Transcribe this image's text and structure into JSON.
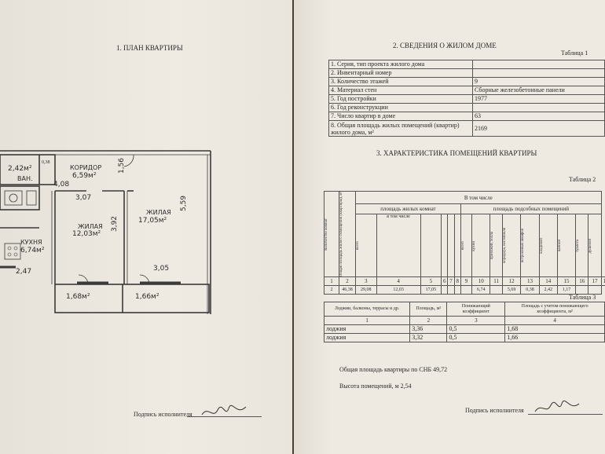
{
  "left_page": {
    "title": "1. ПЛАН КВАРТИРЫ",
    "plan": {
      "bath": "2,42м²",
      "bath_small": "0,38",
      "wc": "ВАН.",
      "corridor": "КОРИДОР",
      "corridor_area": "6,59м²",
      "dim_156": "1,56",
      "dim_408": "4,08",
      "dim_307": "3,07",
      "room1": "ЖИЛАЯ",
      "room1_area": "12,03м²",
      "dim_392": "3,92",
      "room2": "ЖИЛАЯ",
      "room2_area": "17,05м²",
      "dim_559": "5,59",
      "kitchen": "КУХНЯ",
      "kitchen_area": "6,74м²",
      "dim_247": "2,47",
      "dim_305": "3,05",
      "balcony1": "1,68м²",
      "balcony2": "1,66м²"
    },
    "signature_label": "Подпись исполнителя"
  },
  "right_page": {
    "section2_title": "2. СВЕДЕНИЯ О ЖИЛОМ ДОМЕ",
    "table1_label": "Таблица 1",
    "table1": [
      [
        "1. Серия, тип проекта жилого дома",
        ""
      ],
      [
        "2. Инвентарный номер",
        ""
      ],
      [
        "3. Количество этажей",
        "9"
      ],
      [
        "4. Материал стен",
        "Сборные железобетонные панели"
      ],
      [
        "5. Год постройки",
        "1977"
      ],
      [
        "6. Год реконструкции",
        ""
      ],
      [
        "7. Число квартир в доме",
        "63"
      ],
      [
        "8. Общая площадь жилых помещений (квартир) жилого дома, м²",
        "2169"
      ]
    ],
    "section3_title": "3. ХАРАКТЕРИСТИКА ПОМЕЩЕНИЙ КВАРТИРЫ",
    "table2_label": "Таблица 2",
    "table2_head": {
      "rooms_count": "Количество комнат",
      "total_area": "Общая площадь жилого помещения (квартиры), м²",
      "in_that": "В том числе",
      "living_area": "площадь жилых комнат",
      "aux_area": "площадь подсобных помещений",
      "total": "всего",
      "incl": "в том числе",
      "incl2": "в том числе",
      "aux_cols": [
        "кухни",
        "прихожей, холла",
        "коридора, вестибюля",
        "встроенных шкафов",
        "кладовой",
        "ванной",
        "туалета",
        "душевой"
      ]
    },
    "table2_numbers": [
      "1",
      "2",
      "3",
      "4",
      "5",
      "6",
      "7",
      "8",
      "9",
      "10",
      "11",
      "12",
      "13",
      "14",
      "15",
      "16",
      "17",
      "1"
    ],
    "table2_row": [
      "2",
      "46,38",
      "29,08",
      "12,03",
      "17,05",
      "",
      "",
      "",
      "",
      "6,74",
      "",
      "5,69",
      "0,38",
      "2,42",
      "1,17",
      "",
      ""
    ],
    "table3_label": "Таблица 3",
    "table3_head": [
      "Лоджии, балконы, террасы и др.",
      "Площадь, м²",
      "Понижающий коэффициент",
      "Площадь с учетом понижающего коэффициента, м²"
    ],
    "table3_numbers": [
      "1",
      "2",
      "3",
      "4"
    ],
    "table3_rows": [
      [
        "лоджия",
        "3,36",
        "0,5",
        "1,68"
      ],
      [
        "лоджия",
        "3,32",
        "0,5",
        "1,66"
      ]
    ],
    "total_area_line": "Общая площадь квартиры по СНБ  49,72",
    "height_line": "Высота помещений, м  2,54",
    "signature_label": "Подпись исполнителя"
  }
}
